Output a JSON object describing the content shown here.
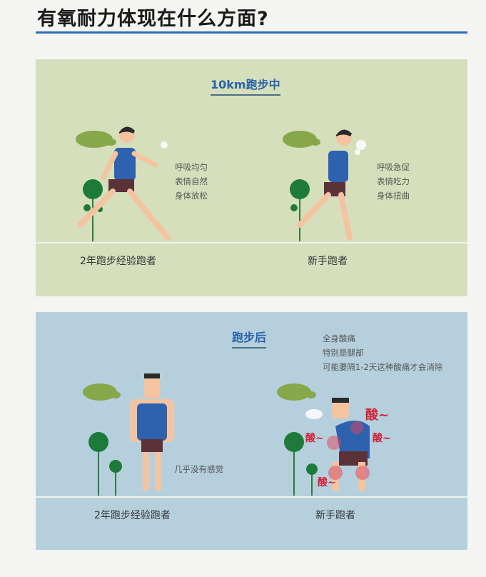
{
  "title": "有氧耐力体现在什么方面?",
  "panel_during": {
    "heading": "10km跑步中",
    "experienced": {
      "lines": [
        "呼吸均匀",
        "表情自然",
        "身体放松"
      ],
      "caption": "2年跑步经验跑者"
    },
    "novice": {
      "lines": [
        "呼吸急促",
        "表情吃力",
        "身体扭曲"
      ],
      "caption": "新手跑者"
    }
  },
  "panel_after": {
    "heading": "跑步后",
    "experienced": {
      "lines": [
        "几乎没有感觉"
      ],
      "caption": "2年跑步经验跑者"
    },
    "novice": {
      "lines": [
        "全身酸痛",
        "特别是腿部",
        "可能要隔1-2天这种酸痛才会消除"
      ],
      "caption": "新手跑者",
      "sore_label": "酸~"
    }
  },
  "colors": {
    "accent": "#2d6db4",
    "panel_during_bg": "#d5dfbb",
    "panel_after_bg": "#b5d0dc",
    "shirt": "#2e62ae",
    "sore": "#d0243a"
  }
}
